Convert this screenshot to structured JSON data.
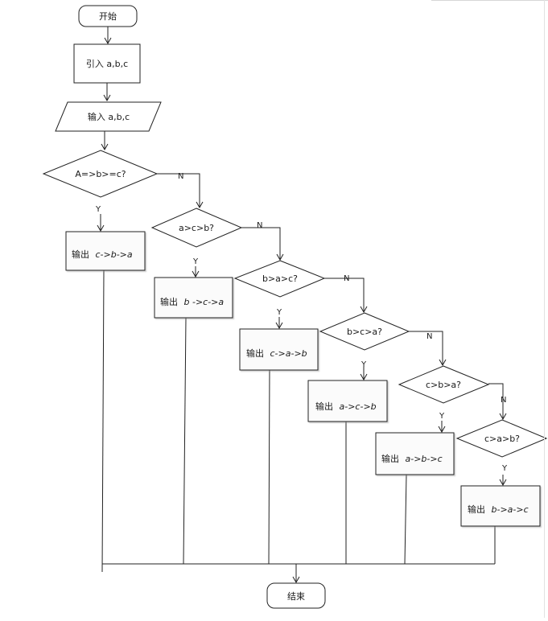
{
  "flowchart": {
    "start": "开始",
    "end": "结束",
    "steps": {
      "intro": "引入 a,b,c",
      "input": "输入 a,b,c"
    },
    "decisions": [
      "A=>b>=c?",
      "a>c>b?",
      "b>a>c?",
      "b>c>a?",
      "c>b>a?",
      "c>a>b?"
    ],
    "outputs": [
      {
        "prefix": "输出",
        "value": "c->b->a"
      },
      {
        "prefix": "输出",
        "value": "b ->c->a"
      },
      {
        "prefix": "输出",
        "value": "c->a->b"
      },
      {
        "prefix": "输出",
        "value": "a->c->b"
      },
      {
        "prefix": "输出",
        "value": "a->b->c"
      },
      {
        "prefix": "输出",
        "value": "b->a->c"
      }
    ],
    "yes_label": "Y",
    "no_label": "N"
  }
}
